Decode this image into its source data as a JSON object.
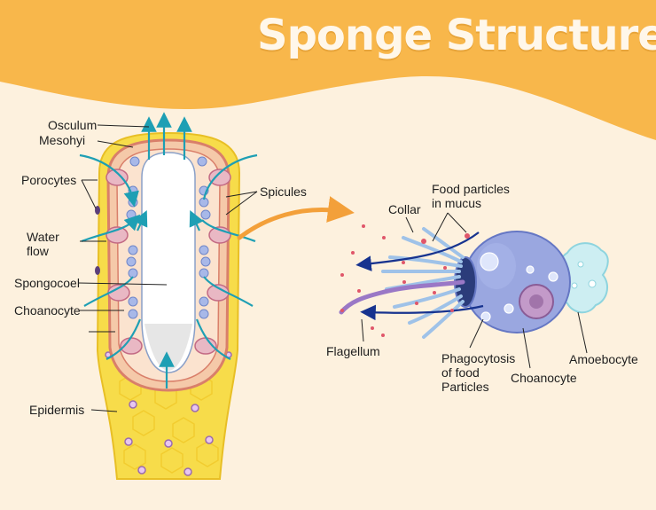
{
  "title": "Sponge Structure",
  "labels": {
    "osculum": "Osculum",
    "mesohyl": "Mesohyi",
    "porocytes": "Porocytes",
    "water_flow_1": "Water",
    "water_flow_2": "flow",
    "spongocoel": "Spongocoel",
    "choanocyte_left": "Choanocyte",
    "epidermis": "Epidermis",
    "spicules": "Spicules",
    "collar": "Collar",
    "food_particles_1": "Food particles",
    "food_particles_2": "in mucus",
    "flagellum": "Flagellum",
    "phagocytosis_1": "Phagocytosis",
    "phagocytosis_2": "of food",
    "phagocytosis_3": "Particles",
    "choanocyte_right": "Choanocyte",
    "amoebocyte": "Amoebocyte"
  },
  "colors": {
    "background": "#fdf1de",
    "header": "#f8b74b",
    "epidermis": "#f7dc4a",
    "water_arrow": "#1e9fb4",
    "choanocyte_cell": "#9aa7e0",
    "flow_arrow": "#17338f",
    "pointer_arrow": "#f3a03a"
  }
}
